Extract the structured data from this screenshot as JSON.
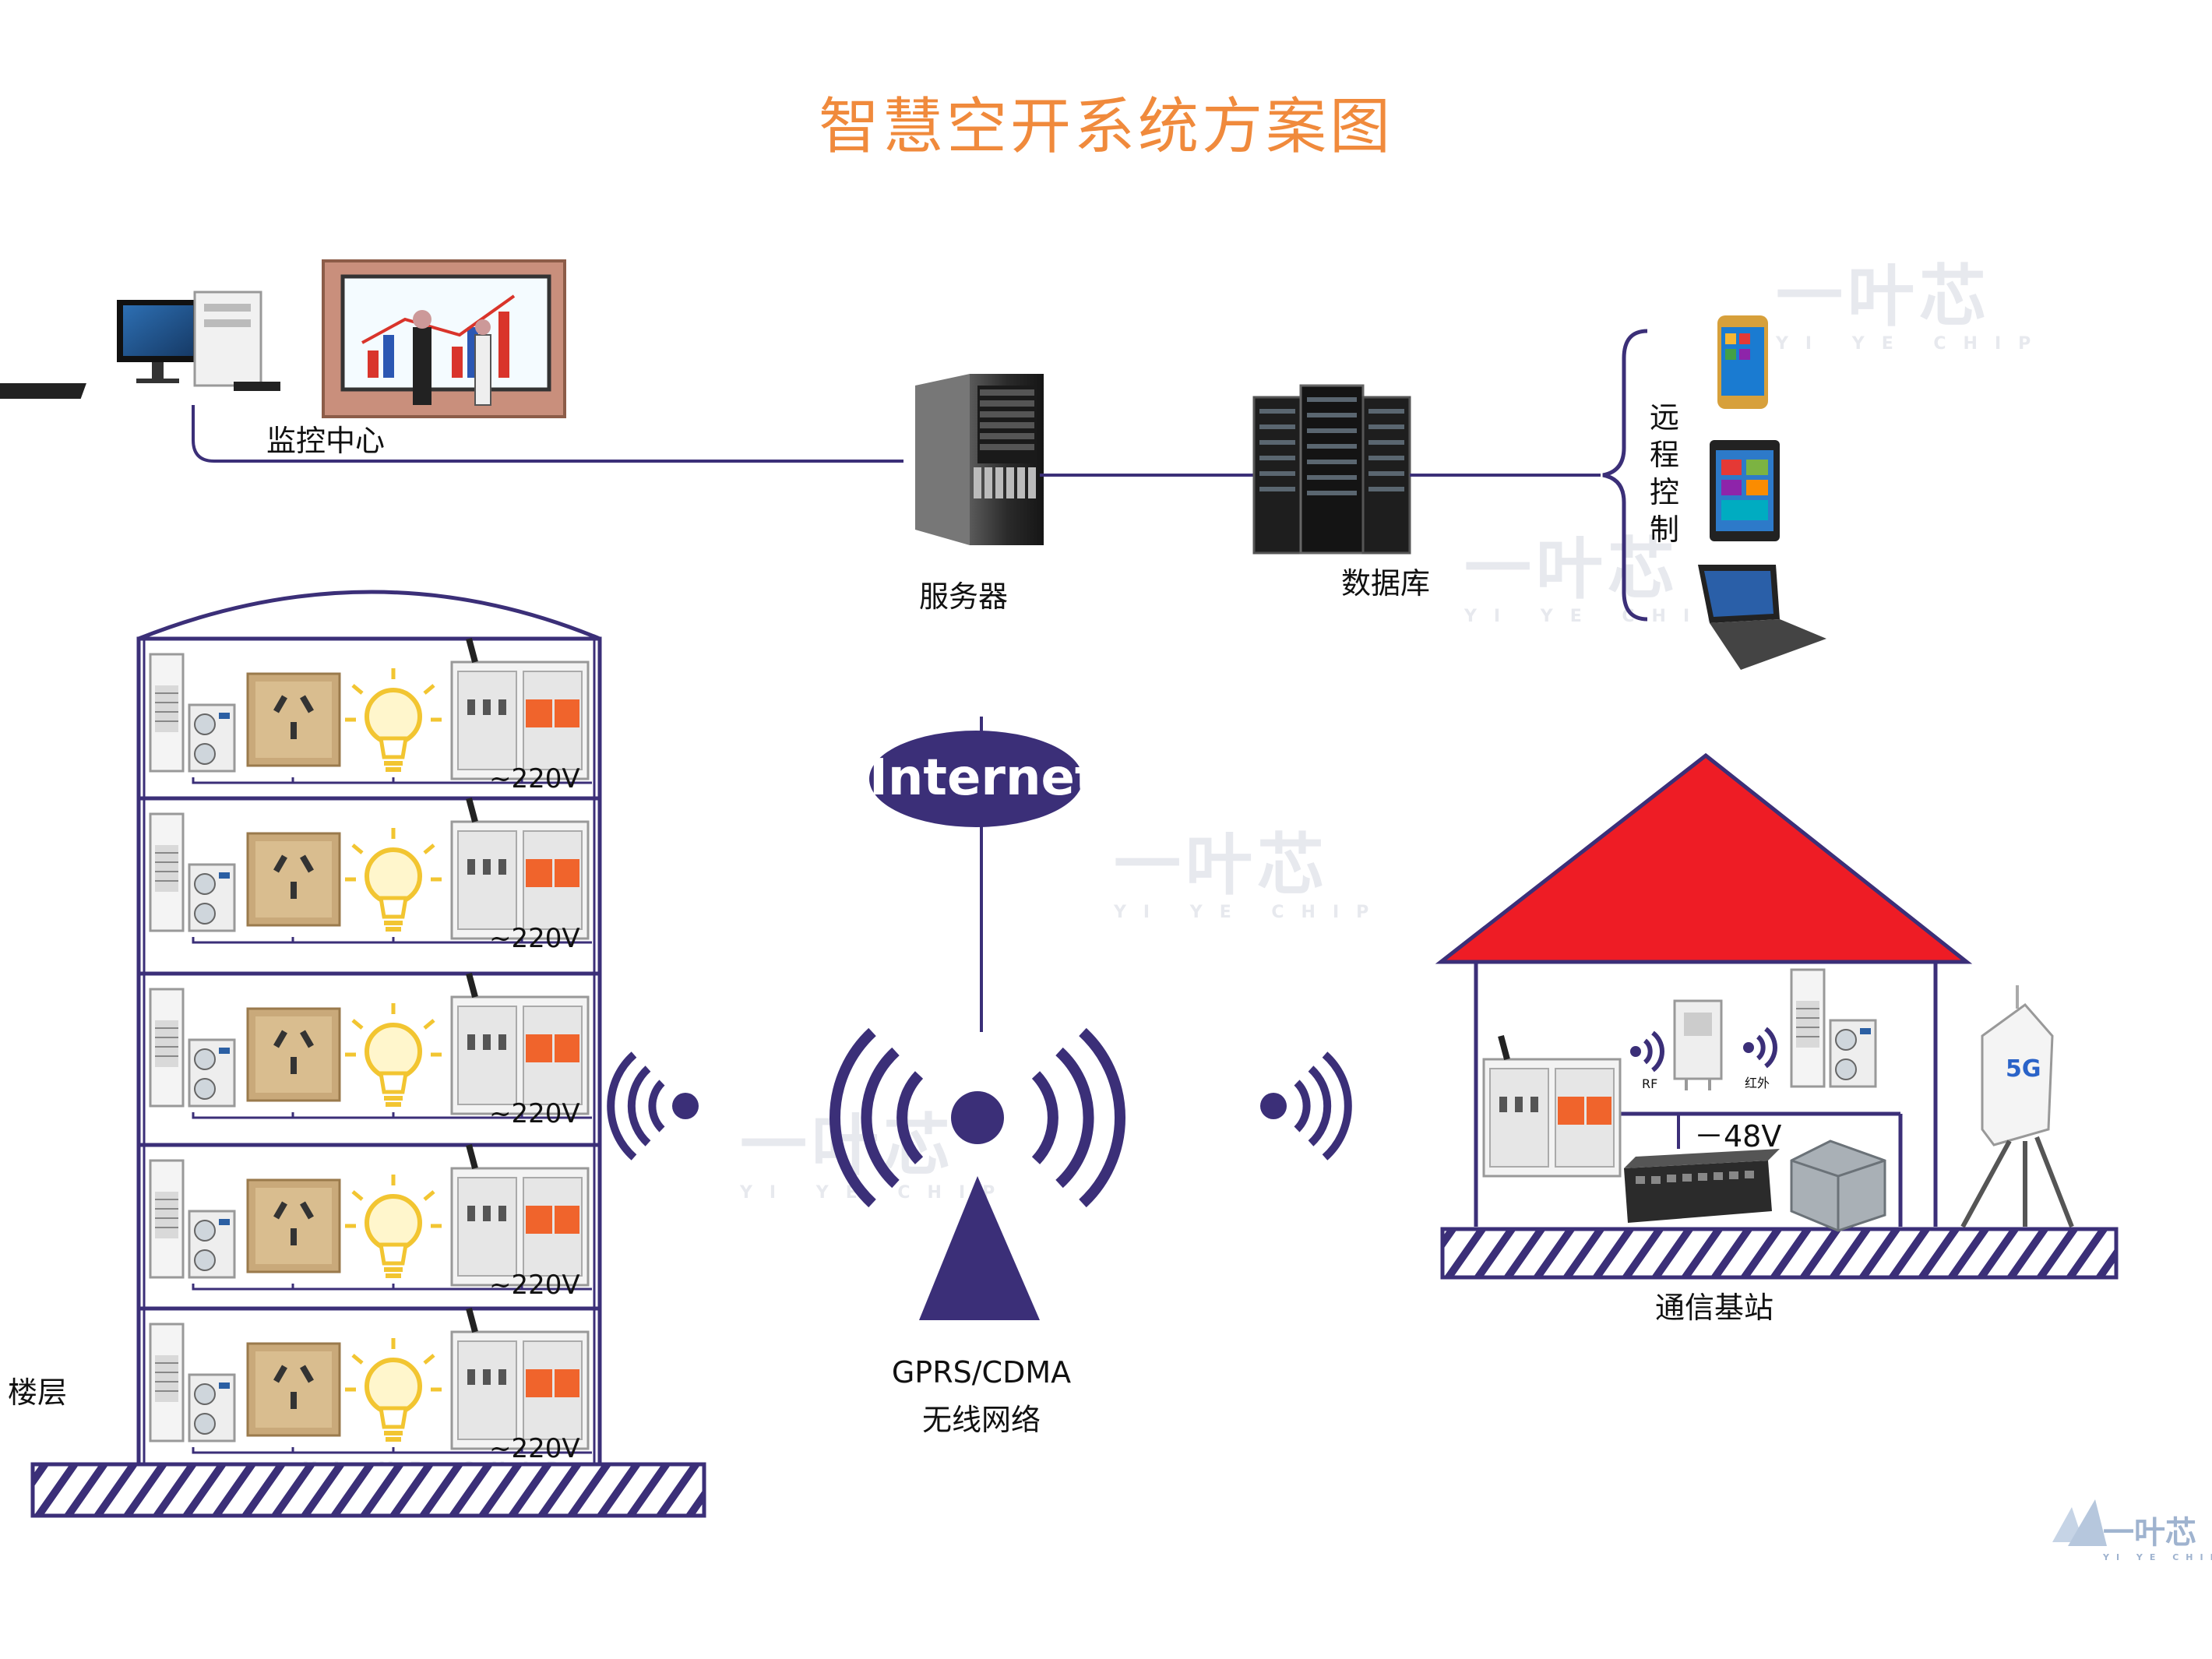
{
  "title": "智慧空开系统方案图",
  "labels": {
    "monitor_center": "监控中心",
    "server": "服务器",
    "database": "数据库",
    "remote_control": [
      "远",
      "程",
      "控",
      "制"
    ],
    "internet": "Internet",
    "wireless_line1": "GPRS/CDMA",
    "wireless_line2": "无线网络",
    "building": "楼层",
    "voltage": "~220V",
    "base_station": "通信基站",
    "dc_voltage": "－48V",
    "rf": "RF",
    "infrared": "红外",
    "five_g": "5G"
  },
  "watermark": {
    "brand": "一叶芯",
    "brand_en": "YI YE CHIP"
  },
  "floors": [
    {
      "voltage": "~220V"
    },
    {
      "voltage": "~220V"
    },
    {
      "voltage": "~220V"
    },
    {
      "voltage": "~220V"
    },
    {
      "voltage": "~220V"
    }
  ],
  "colors": {
    "title": "#f08a3c",
    "line": "#3b2f78",
    "roof": "#ee1c25",
    "switch_orange": "#f0642c",
    "socket_gold": "#c9a97a",
    "bulb": "#f2c531"
  }
}
